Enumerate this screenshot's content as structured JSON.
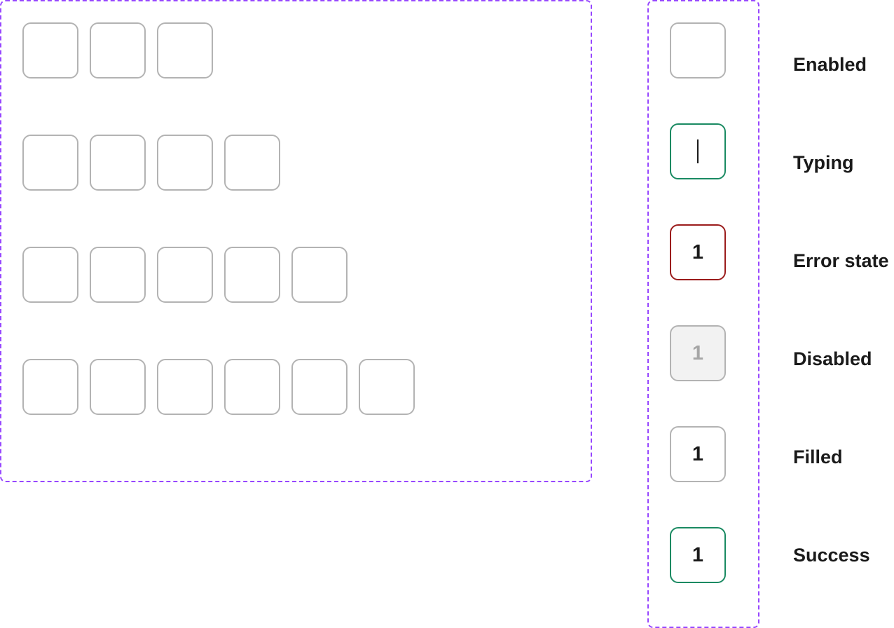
{
  "otp_groups": [
    {
      "length": 3
    },
    {
      "length": 4
    },
    {
      "length": 5
    },
    {
      "length": 6
    }
  ],
  "states": [
    {
      "id": "enabled",
      "label": "Enabled",
      "value": "",
      "border_color": "#b3b3b3",
      "background": "#ffffff",
      "text_color": "#1a1a1a",
      "cursor": false
    },
    {
      "id": "typing",
      "label": "Typing",
      "value": "",
      "border_color": "#1a8a62",
      "background": "#ffffff",
      "text_color": "#1a1a1a",
      "cursor": true
    },
    {
      "id": "error",
      "label": "Error state",
      "value": "1",
      "border_color": "#9b1c1c",
      "background": "#ffffff",
      "text_color": "#1a1a1a",
      "cursor": false
    },
    {
      "id": "disabled",
      "label": "Disabled",
      "value": "1",
      "border_color": "#b3b3b3",
      "background": "#f2f2f2",
      "text_color": "#a6a6a6",
      "cursor": false
    },
    {
      "id": "filled",
      "label": "Filled",
      "value": "1",
      "border_color": "#b3b3b3",
      "background": "#ffffff",
      "text_color": "#1a1a1a",
      "cursor": false
    },
    {
      "id": "success",
      "label": "Success",
      "value": "1",
      "border_color": "#1a8a62",
      "background": "#ffffff",
      "text_color": "#1a1a1a",
      "cursor": false
    }
  ],
  "colors": {
    "frame_dash": "#9747ff",
    "default_border": "#b3b3b3",
    "success": "#1a8a62",
    "error": "#9b1c1c",
    "disabled_bg": "#f2f2f2",
    "disabled_text": "#a6a6a6"
  }
}
